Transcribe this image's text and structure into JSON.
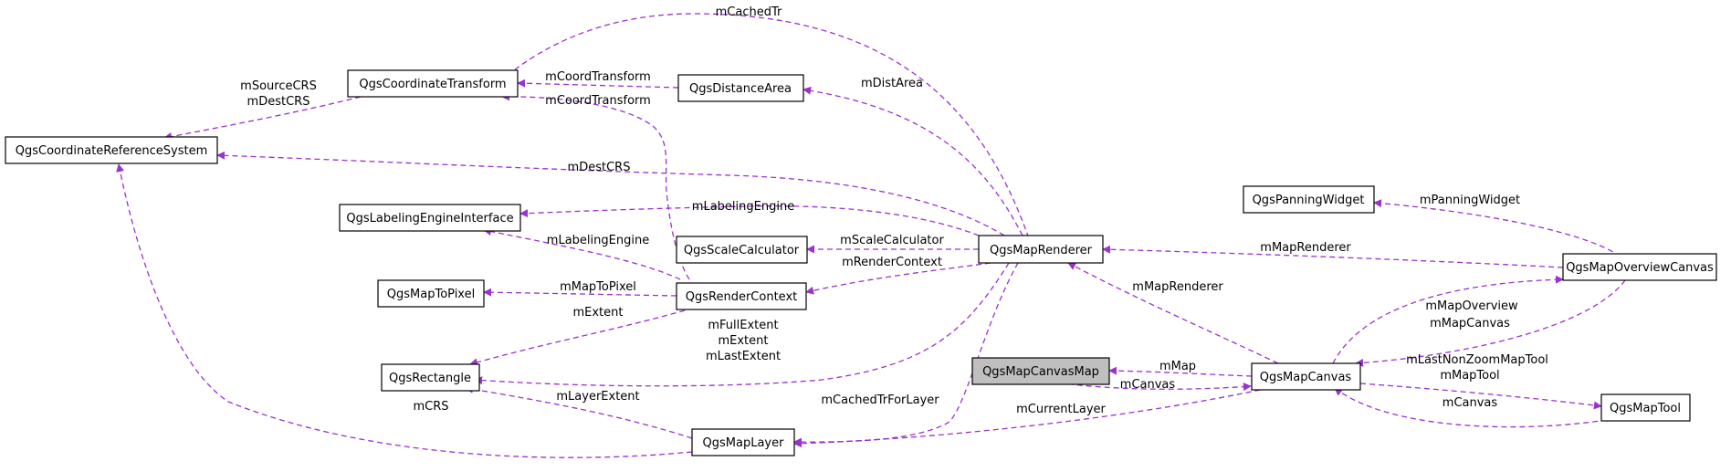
{
  "colors": {
    "edge": "#9a32cd",
    "node_border": "#000000",
    "highlight_fill": "#bfbfbf"
  },
  "nodes": {
    "coordinate_transform": "QgsCoordinateTransform",
    "distance_area": "QgsDistanceArea",
    "crs": "QgsCoordinateReferenceSystem",
    "labeling_engine": "QgsLabelingEngineInterface",
    "scale_calculator": "QgsScaleCalculator",
    "map_renderer": "QgsMapRenderer",
    "map_to_pixel": "QgsMapToPixel",
    "render_context": "QgsRenderContext",
    "rectangle": "QgsRectangle",
    "map_canvas_map": "QgsMapCanvasMap",
    "map_canvas": "QgsMapCanvas",
    "map_layer": "QgsMapLayer",
    "panning_widget": "QgsPanningWidget",
    "map_overview_canvas": "QgsMapOverviewCanvas",
    "map_tool": "QgsMapTool"
  },
  "edges": {
    "cached_tr": "mCachedTr",
    "coord_transform_da": "mCoordTransform",
    "coord_transform_rc": "mCoordTransform",
    "source_dest_crs": [
      "mSourceCRS",
      "mDestCRS"
    ],
    "dist_area": "mDistArea",
    "dest_crs": "mDestCRS",
    "labeling_engine_mr": "mLabelingEngine",
    "labeling_engine_rc": "mLabelingEngine",
    "scale_calculator": "mScaleCalculator",
    "render_context": "mRenderContext",
    "map_to_pixel": "mMapToPixel",
    "extent": "mExtent",
    "full_extent": [
      "mFullExtent",
      "mExtent",
      "mLastExtent"
    ],
    "layer_extent": "mLayerExtent",
    "crs": "mCRS",
    "cached_tr_for_layer": "mCachedTrForLayer",
    "map_renderer_mc": "mMapRenderer",
    "map_renderer_ov": "mMapRenderer",
    "panning_widget": "mPanningWidget",
    "map_overview": "mMapOverview",
    "map_canvas_ov": "mMapCanvas",
    "map": "mMap",
    "canvas_cm": "mCanvas",
    "current_layer": "mCurrentLayer",
    "map_tool": [
      "mLastNonZoomMapTool",
      "mMapTool"
    ],
    "canvas_tool": "mCanvas"
  }
}
